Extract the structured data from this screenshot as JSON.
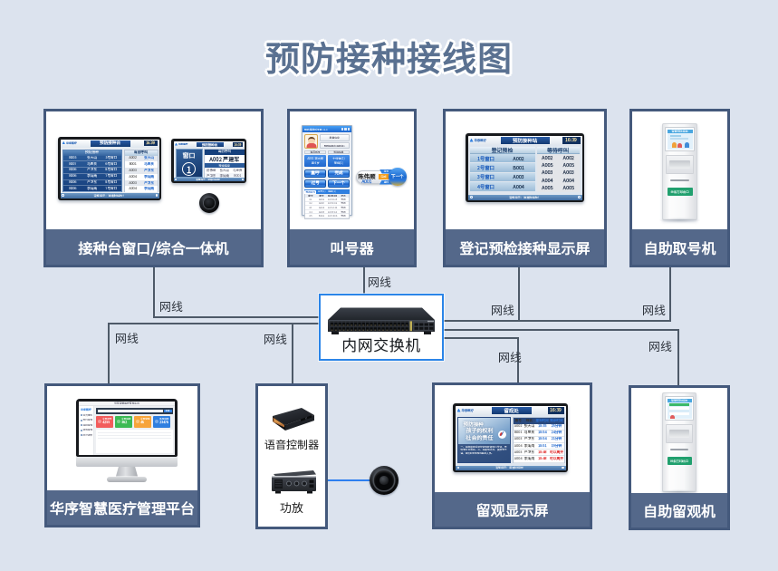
{
  "title": "预防接种接线图",
  "labels": {
    "cable": "网线"
  },
  "colors": {
    "background": "#dce3ee",
    "node_border": "#44597c",
    "label_bar": "#54688a",
    "line": "#4e5a68",
    "switch_border": "#2b85e8",
    "audio_line": "#2e7ff0",
    "title_text": "#5a7191"
  },
  "switch": {
    "label": "内网交换机"
  },
  "nodes": {
    "station": {
      "label": "接种台窗口/综合一体机"
    },
    "caller": {
      "label": "叫号器"
    },
    "registration": {
      "label": "登记预检接种显示屏"
    },
    "ticket_kiosk": {
      "label": "自助取号机"
    },
    "platform": {
      "label": "华序智慧医疗管理平台"
    },
    "audio": {
      "voice_controller": "语音控制器",
      "amplifier": "功放"
    },
    "observation_display": {
      "label": "留观显示屏"
    },
    "observation_kiosk": {
      "label": "自助留观机"
    }
  },
  "station_screen": {
    "title": "预防接种台",
    "time": "16:39",
    "list_header": "预防接种",
    "rows": [
      [
        "B005",
        "张大山",
        "5号窗口"
      ],
      [
        "B007",
        "马思良",
        "6号窗口"
      ],
      [
        "B006",
        "产卫东",
        "8号窗口"
      ],
      [
        "B006",
        "李灿南",
        "7号窗口"
      ],
      [
        "B006",
        "产卫东",
        "8号窗口"
      ],
      [
        "B006",
        "李灿南",
        "7号窗口"
      ]
    ],
    "call_header": "当前呼叫",
    "call_rows": [
      [
        "A002",
        "张大山"
      ],
      [
        "B001",
        "马思良"
      ],
      [
        "A003",
        "产卫东"
      ],
      [
        "A004",
        "李灿南"
      ],
      [
        "A003",
        "产卫东"
      ],
      [
        "A004",
        "李灿南"
      ]
    ],
    "footer": "温馨提示：请准时接种！"
  },
  "window_screen": {
    "title": "预防接种台",
    "time": "16:39",
    "window_label": "窗口",
    "window_number": "1",
    "call_header": "当前呼叫",
    "current": "A002 严建军",
    "wait_header": "等待信息",
    "wait_rows": [
      [
        "陈伟顺",
        "张大山",
        "马思良"
      ],
      [
        "产卫东",
        "李灿南",
        "B001"
      ]
    ],
    "footer": "温馨提示：请准时接种！"
  },
  "caller_app": {
    "titlebar": "预防接种叫号器 v2.0",
    "patient_card": "患者信息",
    "station_card": "预防接种台 接种台1",
    "current_label": "当前叫号",
    "wait_label": "等待信息",
    "current_box": [
      "A001 李大顺",
      "男 6岁"
    ],
    "wait_box": [
      "十分钟(1)",
      "等待(1)"
    ],
    "buttons": [
      "重呼",
      "完成",
      "过号",
      "下一个"
    ],
    "tabs": [
      "等待队列",
      "过号(1)",
      "完成(2)"
    ],
    "table_headers": [
      "序号",
      "票号",
      "登记时间",
      "状态"
    ],
    "table_rows": [
      [
        "01",
        "A002",
        "10:30:25",
        "等待"
      ],
      [
        "02",
        "A003",
        "10:31:02",
        "等待"
      ],
      [
        "03",
        "A004",
        "10:32:44",
        "等待"
      ],
      [
        "04",
        "A005",
        "10:33:16",
        "等待"
      ],
      [
        "05",
        "B001",
        "10:34:08",
        "等待"
      ]
    ]
  },
  "caller_widget": {
    "name": "陈伟顺",
    "code": "A001",
    "tags": [
      "过号",
      "完成",
      "重呼"
    ],
    "next_btn": "下一个"
  },
  "registration_screen": {
    "title": "预防接种站",
    "time": "16:39",
    "left_header": "登记预检",
    "left_rows": [
      [
        "1号窗口",
        "A002"
      ],
      [
        "2号窗口",
        "B001"
      ],
      [
        "3号窗口",
        "A003"
      ],
      [
        "4号窗口",
        "A004"
      ]
    ],
    "right_header": "等待呼叫",
    "right_rows": [
      [
        "A002",
        "A002"
      ],
      [
        "A005",
        "A005"
      ],
      [
        "A003",
        "A003"
      ],
      [
        "A004",
        "A004"
      ],
      [
        "A005",
        "A005"
      ]
    ],
    "footer": "温馨提示：请准时接种！"
  },
  "platform_screen": {
    "window_title": "华序智慧医疗管理平台",
    "brand": "华序医疗",
    "menu": [
      "首页概览",
      "预约管理",
      "接种管理",
      "留观管理",
      "统计报表"
    ],
    "search_btn": "查询",
    "cards": [
      {
        "label": "今日挂号",
        "value": "4255"
      },
      {
        "label": "今日接种",
        "value": "362"
      },
      {
        "label": "今日留观",
        "value": "48"
      },
      {
        "label": "本月接种",
        "value": "23478"
      }
    ]
  },
  "observation_screen": {
    "title": "留观处",
    "time": "16:39",
    "promo_lines": [
      "预防接种",
      "孩子的权利",
      "社会的责任"
    ],
    "promo_note": "一、接种疫苗后请在留观区留观30分钟，无异常方可离开。二、如出现发热、皮疹等不适，请及时告知现场医护人员。",
    "table_headers": [
      "票号",
      "姓名",
      "报到时间",
      "剩余时间"
    ],
    "table_rows": [
      [
        "A002",
        "张大山",
        "10:35",
        "25分钟"
      ],
      [
        "B001",
        "马思良",
        "10:54",
        "24分钟"
      ],
      [
        "A003",
        "产卫东",
        "10:54",
        "21分钟"
      ],
      [
        "A004",
        "李灿南",
        "10:51",
        "19分钟"
      ],
      [
        "A003",
        "产卫东",
        "10:48",
        "可以离开"
      ],
      [
        "A004",
        "李灿南",
        "10:48",
        "可以离开"
      ]
    ],
    "footer": "温馨提示：请准时接种！"
  },
  "kiosk": {
    "screen_title": "智慧预防接种",
    "sticker": "凭条打印出口"
  }
}
